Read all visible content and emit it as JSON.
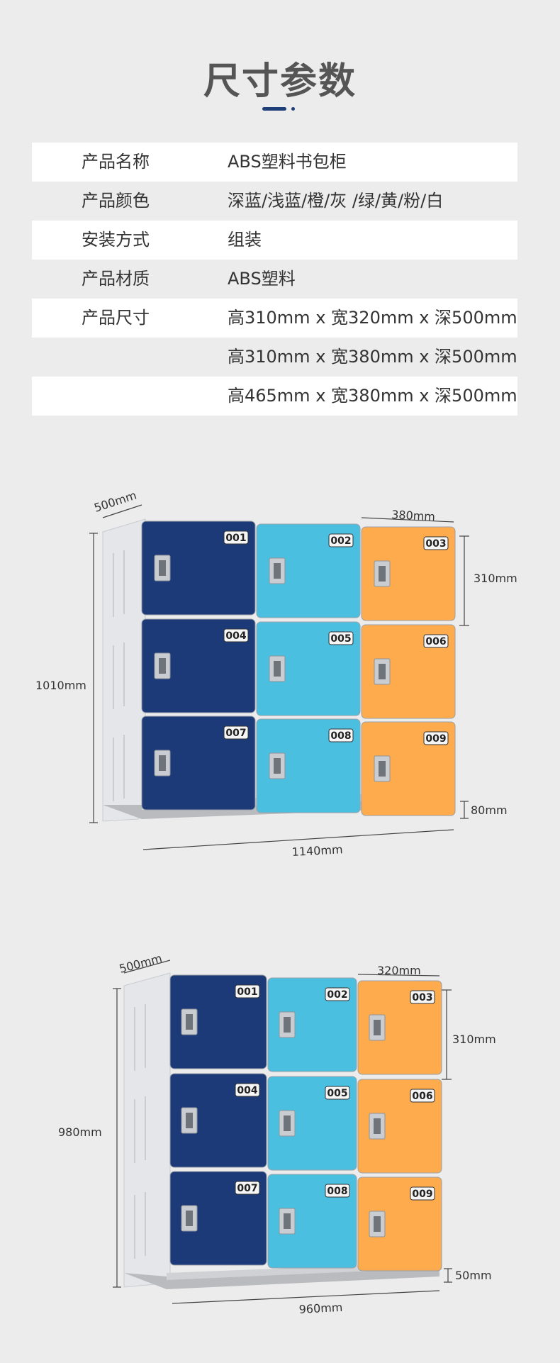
{
  "page": {
    "title": "尺寸参数"
  },
  "spec_table": {
    "rows": [
      {
        "label": "产品名称",
        "value": "ABS塑料书包柜"
      },
      {
        "label": "产品颜色",
        "value": "深蓝/浅蓝/橙/灰 /绿/黄/粉/白"
      },
      {
        "label": "安装方式",
        "value": "组装"
      },
      {
        "label": "产品材质",
        "value": "ABS塑料"
      },
      {
        "label": "产品尺寸",
        "value": "高310mm x 宽320mm x 深500mm"
      },
      {
        "label": "",
        "value": "高310mm x 宽380mm x 深500mm"
      },
      {
        "label": "",
        "value": "高465mm x 宽380mm x 深500mm"
      }
    ]
  },
  "colors": {
    "dark_blue": "#1c3a78",
    "light_blue": "#4bbfe0",
    "orange": "#fdab4c",
    "side_gray": "#e4e6e9",
    "base_gray": "#b9bbbe",
    "accent": "#1e3e78"
  },
  "locker_numbers": [
    "001",
    "002",
    "003",
    "004",
    "005",
    "006",
    "007",
    "008",
    "009"
  ],
  "diagram1": {
    "depth": "500mm",
    "width_col": "380mm",
    "height_cell": "310mm",
    "total_height": "1010mm",
    "base_height": "80mm",
    "total_width": "1140mm"
  },
  "diagram2": {
    "depth": "500mm",
    "width_col": "320mm",
    "height_cell": "310mm",
    "total_height": "980mm",
    "base_height": "50mm",
    "total_width": "960mm"
  }
}
